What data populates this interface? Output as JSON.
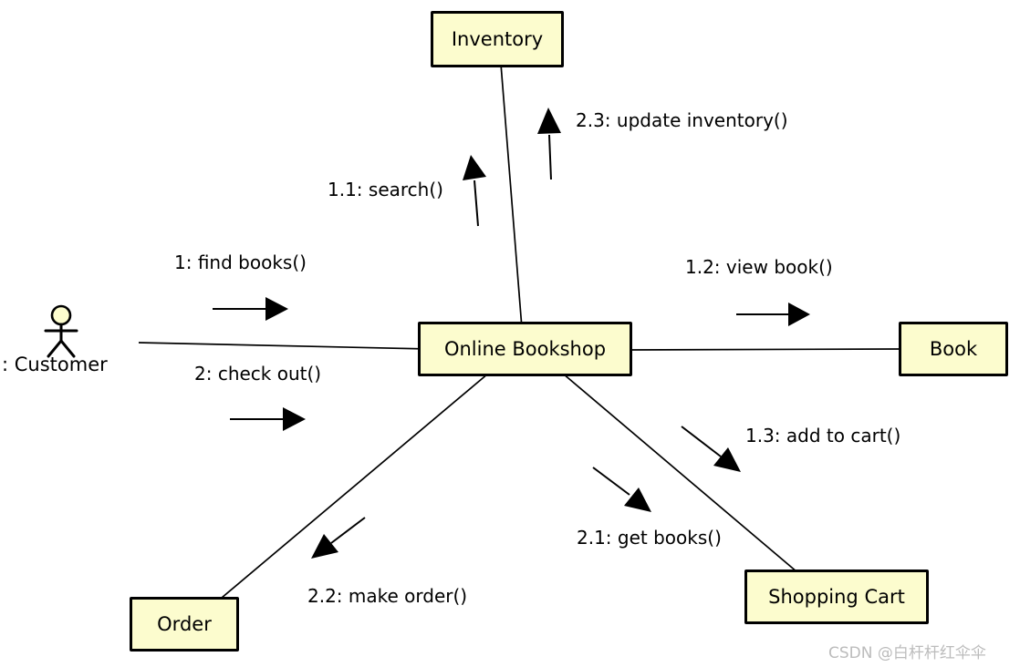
{
  "diagram_type": "UML communication diagram",
  "nodes": {
    "inventory": {
      "label": "Inventory"
    },
    "online_bookshop": {
      "label": "Online Bookshop"
    },
    "book": {
      "label": "Book"
    },
    "shopping_cart": {
      "label": "Shopping Cart"
    },
    "order": {
      "label": "Order"
    },
    "customer": {
      "label": ": Customer"
    }
  },
  "messages": {
    "find_books": {
      "label": "1: find books()",
      "from": "customer",
      "to": "online_bookshop"
    },
    "check_out": {
      "label": "2: check out()",
      "from": "customer",
      "to": "online_bookshop"
    },
    "search": {
      "label": "1.1: search()",
      "from": "online_bookshop",
      "to": "inventory"
    },
    "update_inventory": {
      "label": "2.3: update inventory()",
      "from": "online_bookshop",
      "to": "inventory"
    },
    "view_book": {
      "label": "1.2: view book()",
      "from": "online_bookshop",
      "to": "book"
    },
    "add_to_cart": {
      "label": "1.3: add to cart()",
      "from": "online_bookshop",
      "to": "shopping_cart"
    },
    "get_books": {
      "label": "2.1: get books()",
      "from": "online_bookshop",
      "to": "shopping_cart"
    },
    "make_order": {
      "label": "2.2: make order()",
      "from": "online_bookshop",
      "to": "order"
    }
  },
  "watermark": "CSDN @白杆杆红伞伞",
  "colors": {
    "node_fill": "#FCFCCE",
    "node_border": "#000000",
    "line": "#000000",
    "watermark": "#BCBCBC"
  }
}
